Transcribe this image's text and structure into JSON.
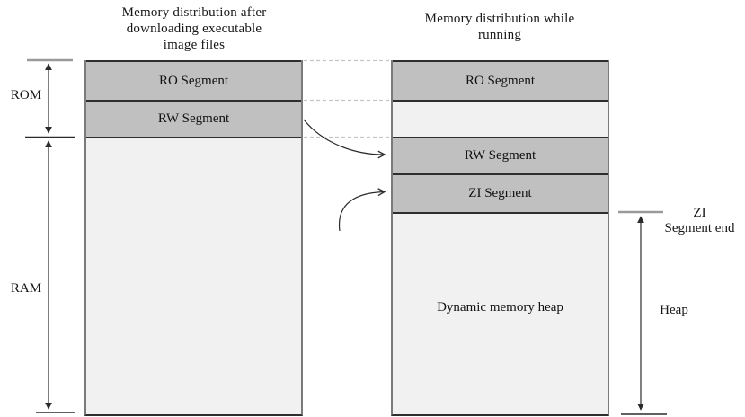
{
  "colors": {
    "segment_gray": "#c0c0c0",
    "free_area": "#f1f1f1",
    "line": "#2b2b2b",
    "tick_gray": "#9a9a9a",
    "dash": "#c4c4c4"
  },
  "diagram": {
    "left_column": {
      "title_lines": [
        "Memory distribution after",
        "downloading executable",
        "image files"
      ],
      "segments": [
        {
          "label": "RO Segment"
        },
        {
          "label": "RW Segment"
        }
      ]
    },
    "right_column": {
      "title_lines": [
        "Memory distribution while",
        "running"
      ],
      "segments": [
        {
          "label": "RO Segment"
        },
        {
          "label": "RW Segment"
        },
        {
          "label": "ZI Segment"
        },
        {
          "label": "Dynamic memory heap"
        }
      ]
    },
    "side_labels": {
      "rom": "ROM",
      "ram": "RAM",
      "heap": "Heap",
      "zi_end_lines": [
        "ZI",
        "Segment end"
      ]
    }
  }
}
